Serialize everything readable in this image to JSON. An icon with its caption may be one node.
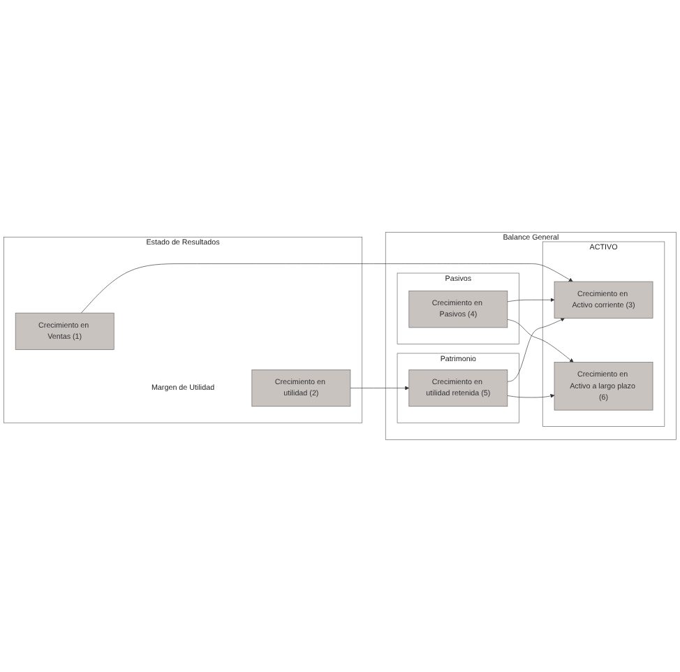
{
  "diagram": {
    "nodes": [
      {
        "text": [
          "Estado de Resultados"
        ]
      },
      {
        "text": [
          "Crecimiento en Ventas (1)"
        ],
        "in": 0
      },
      {
        "text": [
          "Margen de Utilidad"
        ],
        "in": 0
      },
      {
        "text": [
          "Crecimiento en utilidad (2)"
        ],
        "in": 0
      },
      {
        "text": [
          "Balance General"
        ]
      },
      {
        "text": [
          "ACTIVO"
        ],
        "in": 4
      },
      {
        "text": [
          "Crecimiento en Activo corriente (3)"
        ],
        "in": 5
      },
      {
        "text": [
          "Crecimiento en Activo a largo plazo (6)"
        ],
        "in": 5
      },
      {
        "text": [
          "Pasivos"
        ],
        "in": 4
      },
      {
        "text": [
          "Crecimiento en Pasivos (4)"
        ],
        "in": 8
      },
      {
        "text": [
          "Patrimonio"
        ],
        "in": 4
      },
      {
        "text": [
          "Crecimiento en utilidad retenida (5)"
        ],
        "in": 10
      }
    ],
    "edges": [
      {
        "from": 1,
        "to": 6,
        "arrow": "to"
      },
      {
        "from": 9,
        "to": 6,
        "arrow": "to"
      },
      {
        "from": 9,
        "to": 7,
        "arrow": "to"
      },
      {
        "from": 11,
        "to": 6,
        "arrow": "to"
      },
      {
        "from": 11,
        "to": 7,
        "arrow": "to"
      },
      {
        "from": 3,
        "to": 11,
        "arrow": "to"
      }
    ]
  }
}
